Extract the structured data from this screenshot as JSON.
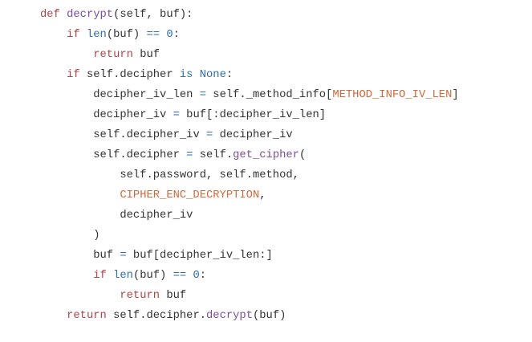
{
  "code": {
    "language": "python",
    "lines": [
      {
        "indent": 0,
        "tokens": [
          {
            "t": "def",
            "c": "kw"
          },
          {
            "t": " ",
            "c": "plain"
          },
          {
            "t": "decrypt",
            "c": "fn"
          },
          {
            "t": "(self, buf):",
            "c": "plain"
          }
        ]
      },
      {
        "indent": 1,
        "tokens": [
          {
            "t": "if",
            "c": "kw"
          },
          {
            "t": " ",
            "c": "plain"
          },
          {
            "t": "len",
            "c": "bi"
          },
          {
            "t": "(buf) ",
            "c": "plain"
          },
          {
            "t": "==",
            "c": "op"
          },
          {
            "t": " ",
            "c": "plain"
          },
          {
            "t": "0",
            "c": "num"
          },
          {
            "t": ":",
            "c": "plain"
          }
        ]
      },
      {
        "indent": 2,
        "tokens": [
          {
            "t": "return",
            "c": "kw"
          },
          {
            "t": " buf",
            "c": "plain"
          }
        ]
      },
      {
        "indent": 1,
        "tokens": [
          {
            "t": "if",
            "c": "kw"
          },
          {
            "t": " self.decipher ",
            "c": "plain"
          },
          {
            "t": "is",
            "c": "bi"
          },
          {
            "t": " ",
            "c": "plain"
          },
          {
            "t": "None",
            "c": "bi"
          },
          {
            "t": ":",
            "c": "plain"
          }
        ]
      },
      {
        "indent": 2,
        "tokens": [
          {
            "t": "decipher_iv_len ",
            "c": "plain"
          },
          {
            "t": "=",
            "c": "op"
          },
          {
            "t": " self._method_info[",
            "c": "plain"
          },
          {
            "t": "METHOD_INFO_IV_LEN",
            "c": "const"
          },
          {
            "t": "]",
            "c": "plain"
          }
        ]
      },
      {
        "indent": 2,
        "tokens": [
          {
            "t": "decipher_iv ",
            "c": "plain"
          },
          {
            "t": "=",
            "c": "op"
          },
          {
            "t": " buf[:decipher_iv_len]",
            "c": "plain"
          }
        ]
      },
      {
        "indent": 2,
        "tokens": [
          {
            "t": "self.decipher_iv ",
            "c": "plain"
          },
          {
            "t": "=",
            "c": "op"
          },
          {
            "t": " decipher_iv",
            "c": "plain"
          }
        ]
      },
      {
        "indent": 2,
        "tokens": [
          {
            "t": "self.decipher ",
            "c": "plain"
          },
          {
            "t": "=",
            "c": "op"
          },
          {
            "t": " self.",
            "c": "plain"
          },
          {
            "t": "get_cipher",
            "c": "fn"
          },
          {
            "t": "(",
            "c": "plain"
          }
        ]
      },
      {
        "indent": 3,
        "tokens": [
          {
            "t": "self.password, self.method,",
            "c": "plain"
          }
        ]
      },
      {
        "indent": 3,
        "tokens": [
          {
            "t": "CIPHER_ENC_DECRYPTION",
            "c": "const"
          },
          {
            "t": ",",
            "c": "plain"
          }
        ]
      },
      {
        "indent": 3,
        "tokens": [
          {
            "t": "decipher_iv",
            "c": "plain"
          }
        ]
      },
      {
        "indent": 2,
        "tokens": [
          {
            "t": ")",
            "c": "plain"
          }
        ]
      },
      {
        "indent": 2,
        "tokens": [
          {
            "t": "buf ",
            "c": "plain"
          },
          {
            "t": "=",
            "c": "op"
          },
          {
            "t": " buf[decipher_iv_len:]",
            "c": "plain"
          }
        ]
      },
      {
        "indent": 2,
        "tokens": [
          {
            "t": "if",
            "c": "kw"
          },
          {
            "t": " ",
            "c": "plain"
          },
          {
            "t": "len",
            "c": "bi"
          },
          {
            "t": "(buf) ",
            "c": "plain"
          },
          {
            "t": "==",
            "c": "op"
          },
          {
            "t": " ",
            "c": "plain"
          },
          {
            "t": "0",
            "c": "num"
          },
          {
            "t": ":",
            "c": "plain"
          }
        ]
      },
      {
        "indent": 3,
        "tokens": [
          {
            "t": "return",
            "c": "kw"
          },
          {
            "t": " buf",
            "c": "plain"
          }
        ]
      },
      {
        "indent": 1,
        "tokens": [
          {
            "t": "return",
            "c": "kw"
          },
          {
            "t": " self.decipher.",
            "c": "plain"
          },
          {
            "t": "decrypt",
            "c": "fn"
          },
          {
            "t": "(buf)",
            "c": "plain"
          }
        ]
      }
    ]
  }
}
